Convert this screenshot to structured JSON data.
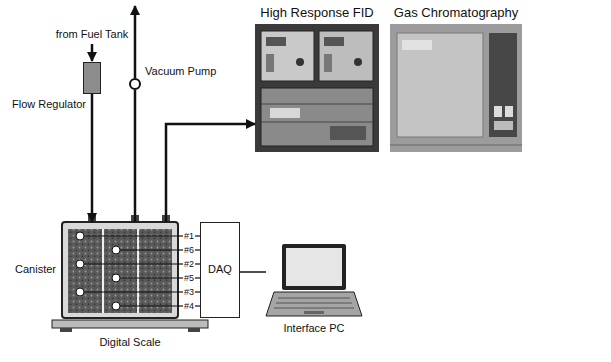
{
  "diagram": {
    "nodes": [
      {
        "text": [
          "Flow Regulator"
        ]
      },
      {
        "text": [
          "Vacuum Pump"
        ]
      },
      {
        "text": [
          "High Response FID"
        ]
      },
      {
        "text": [
          "Gas Chromatography"
        ]
      },
      {
        "text": [
          "Canister"
        ]
      },
      {
        "text": [
          "DAQ"
        ]
      },
      {
        "text": [
          "Interface PC"
        ]
      },
      {
        "text": [
          "Digital Scale"
        ]
      }
    ],
    "edges": [
      {
        "from": 0,
        "to": 4,
        "arrow": "to"
      },
      {
        "from": 4,
        "to": 1,
        "arrow": "none"
      },
      {
        "from": 4,
        "to": 2,
        "arrow": "to"
      },
      {
        "from": 4,
        "to": 5,
        "label": "#1",
        "arrow": "none"
      },
      {
        "from": 4,
        "to": 5,
        "label": "#6",
        "arrow": "none"
      },
      {
        "from": 4,
        "to": 5,
        "label": "#2",
        "arrow": "none"
      },
      {
        "from": 4,
        "to": 5,
        "label": "#5",
        "arrow": "none"
      },
      {
        "from": 4,
        "to": 5,
        "label": "#3",
        "arrow": "none"
      },
      {
        "from": 4,
        "to": 5,
        "label": "#4",
        "arrow": "none"
      },
      {
        "from": 5,
        "to": 6,
        "arrow": "none"
      }
    ],
    "labels": [
      "from Fuel Tank"
    ]
  }
}
